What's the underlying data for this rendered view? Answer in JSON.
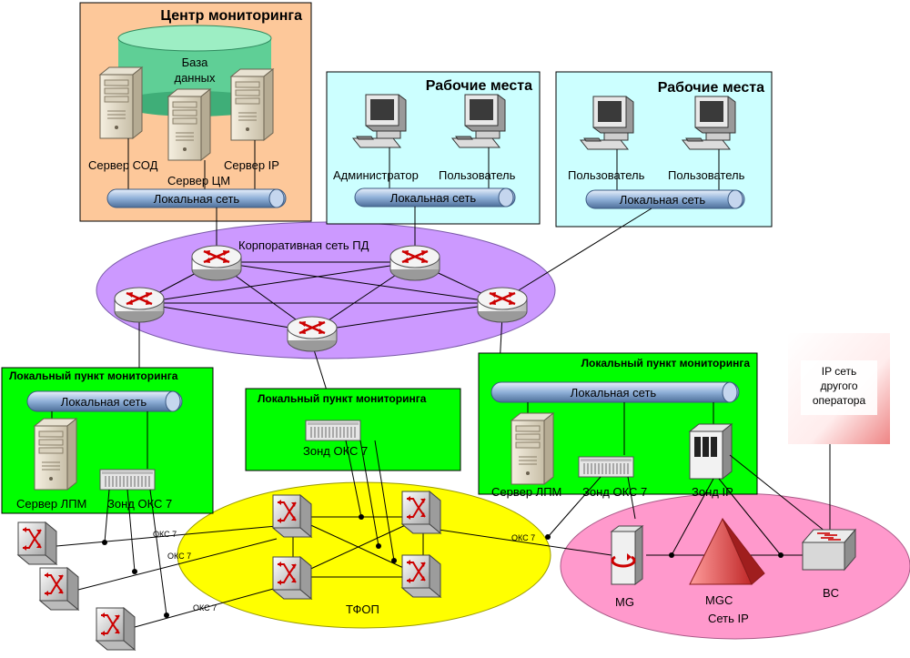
{
  "monitoring_center": {
    "title": "Центр мониторинга",
    "database": "База данных",
    "server_sod": "Сервер СОД",
    "server_cm": "Сервер ЦМ",
    "server_ip": "Сервер IP",
    "lan": "Локальная сеть"
  },
  "workplaces_1": {
    "title": "Рабочие места",
    "admin": "Администратор",
    "user": "Пользователь",
    "lan": "Локальная сеть"
  },
  "workplaces_2": {
    "title": "Рабочие места",
    "user1": "Пользователь",
    "user2": "Пользователь",
    "lan": "Локальная сеть"
  },
  "corporate_network": {
    "label": "Корпоративная сеть ПД"
  },
  "lpm_left": {
    "title": "Локальный пункт мониторинга",
    "lan": "Локальная сеть",
    "server": "Сервер ЛПМ",
    "probe": "Зонд ОКС 7"
  },
  "lpm_center": {
    "title": "Локальный пункт мониторинга",
    "probe": "Зонд ОКС 7"
  },
  "lpm_right": {
    "title": "Локальный пункт мониторинга",
    "lan": "Локальная сеть",
    "server": "Сервер ЛПМ",
    "probe": "Зонд ОКС 7",
    "probe_ip": "Зонд IP"
  },
  "other_ip": {
    "line1": "IP сеть",
    "line2": "другого",
    "line3": "оператора"
  },
  "pstn": {
    "label": "ТФОП"
  },
  "ip_network": {
    "label": "Сеть IP",
    "mg": "MG",
    "mgc": "MGC",
    "bc": "BC"
  },
  "link_labels": {
    "oks1": "ОКС 7",
    "oks2": "ОКС 7",
    "oks3": "ОКС 7",
    "oks4": "ОКС 7"
  },
  "colors": {
    "center_bg": "#fdc89a",
    "workplace_bg": "#ccffff",
    "corporate_ellipse": "#cc99ff",
    "lpm_bg": "#00ff00",
    "pstn_ellipse": "#ffff00",
    "ip_ellipse": "#ff99cc",
    "router_arrows": "#cc0000"
  }
}
